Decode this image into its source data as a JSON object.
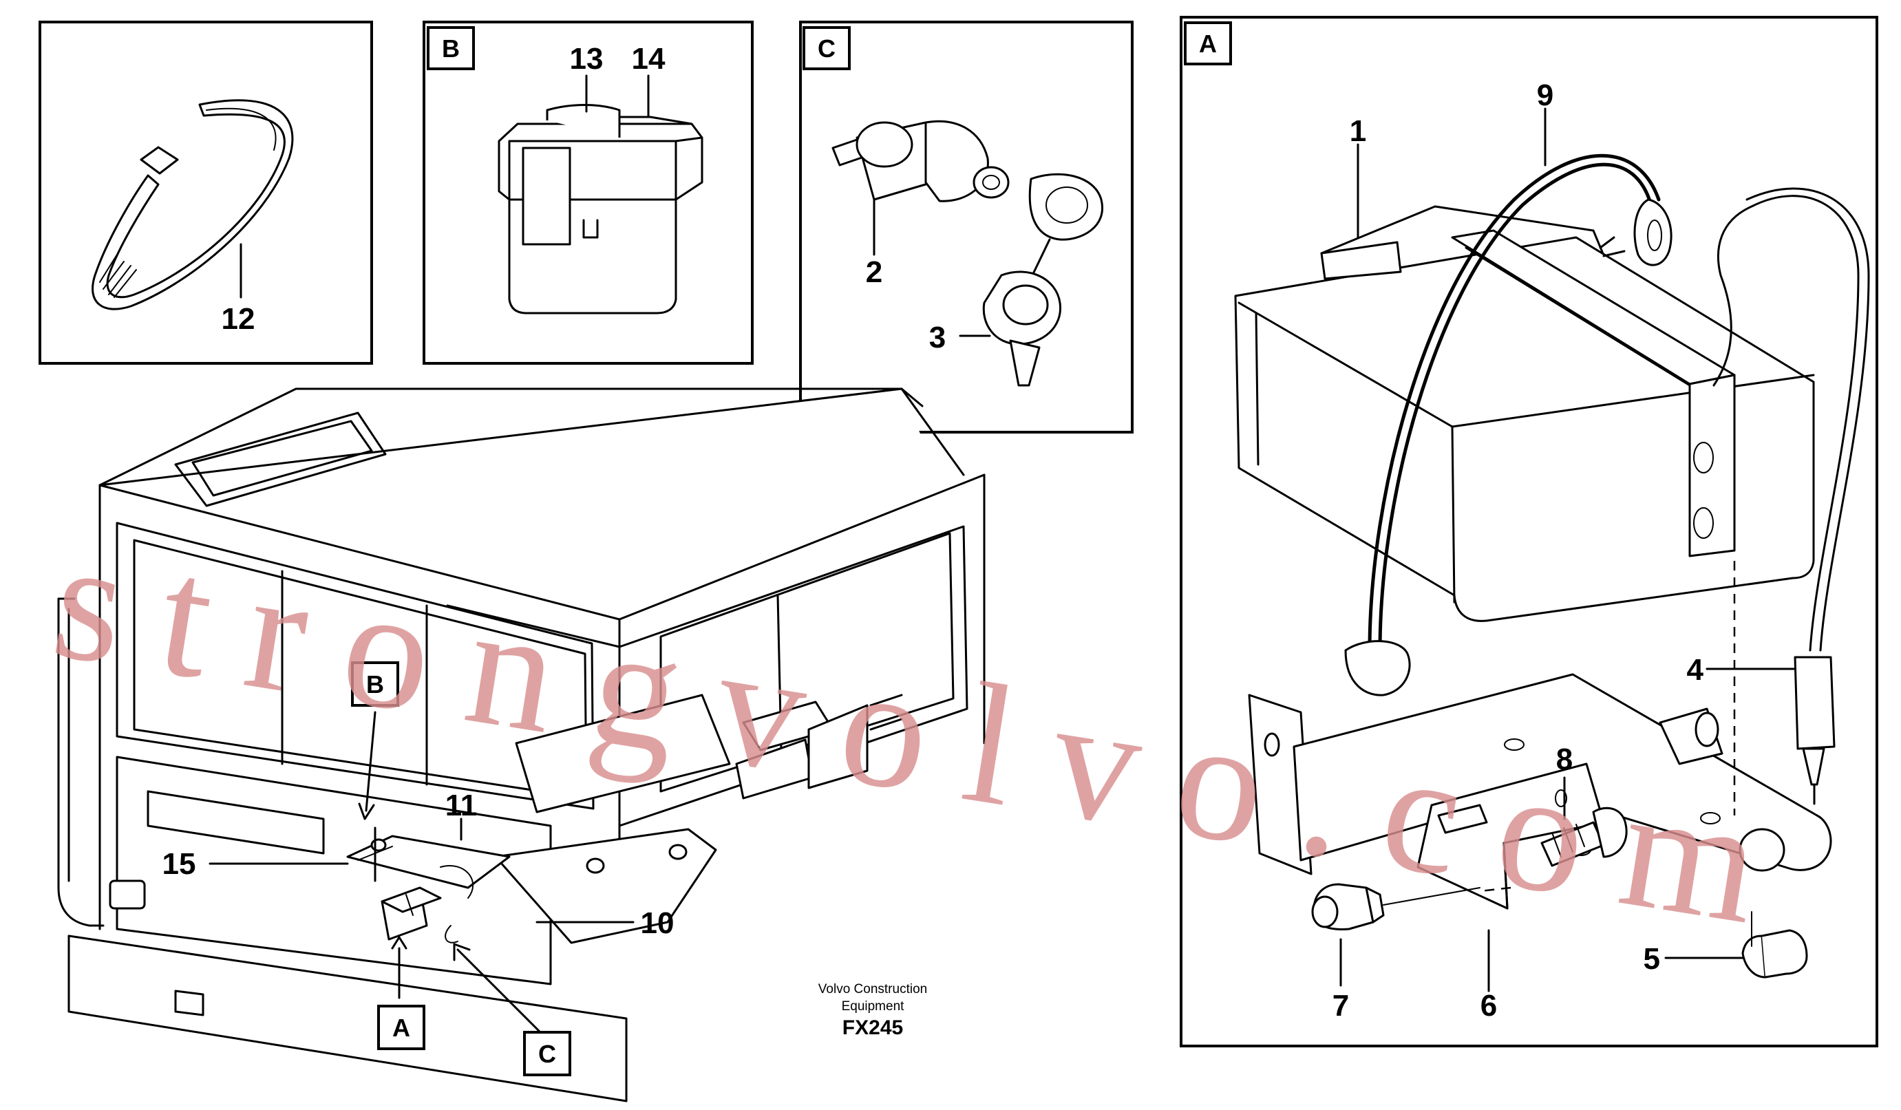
{
  "diagram": {
    "caption_line1": "Volvo Construction",
    "caption_line2": "Equipment",
    "drawing_code": "FX245",
    "watermark": "strongvolvo.com",
    "panels": [
      {
        "id": "panel-cable-tie",
        "tag": ""
      },
      {
        "id": "panel-b",
        "tag": "B"
      },
      {
        "id": "panel-c",
        "tag": "C"
      },
      {
        "id": "panel-a",
        "tag": "A"
      }
    ],
    "part_labels": [
      "1",
      "2",
      "3",
      "4",
      "5",
      "6",
      "7",
      "8",
      "9",
      "10",
      "11",
      "12",
      "13",
      "14",
      "15"
    ],
    "cab_callouts": [
      "A",
      "B",
      "C"
    ]
  }
}
